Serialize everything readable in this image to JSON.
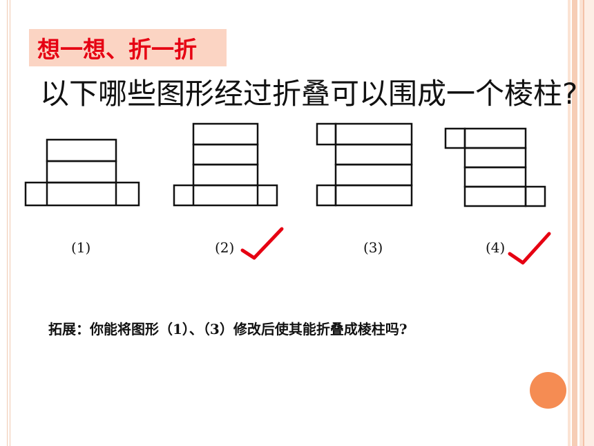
{
  "title": "想一想、折一折",
  "question": "以下哪些图形经过折叠可以围成一个棱柱?",
  "figures": [
    {
      "label": "(1)",
      "correct": false
    },
    {
      "label": "(2)",
      "correct": true
    },
    {
      "label": "(3)",
      "correct": false
    },
    {
      "label": "(4)",
      "correct": true
    }
  ],
  "extension": "拓展：你能将图形（1）、（3）修改后使其能折叠成棱柱吗?",
  "colors": {
    "title_text": "#e60012",
    "title_bg": "#fbd4c3",
    "check": "#e60012",
    "accent_circle": "#f58c53"
  }
}
